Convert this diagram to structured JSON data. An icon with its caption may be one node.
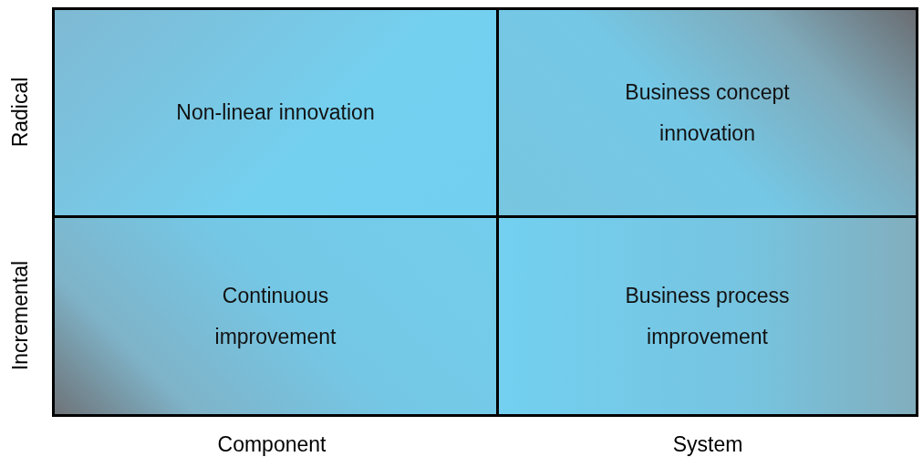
{
  "diagram": {
    "nodes": [
      {
        "text": [
          "Non-linear innovation"
        ]
      },
      {
        "text": [
          "Business concept innovation"
        ]
      },
      {
        "text": [
          "Continuous improvement"
        ]
      },
      {
        "text": [
          "Business process improvement"
        ]
      }
    ],
    "labels": [
      "Radical",
      "Incremental",
      "Component",
      "System"
    ]
  }
}
